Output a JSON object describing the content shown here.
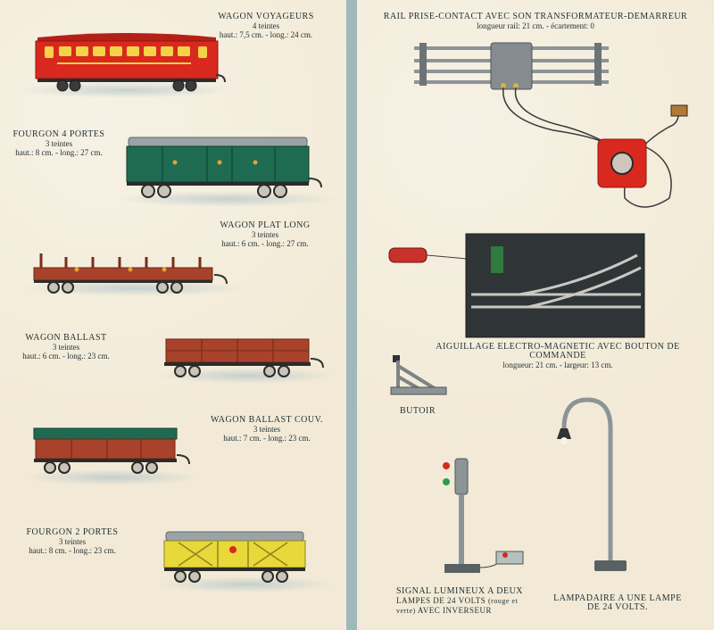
{
  "colors": {
    "page_bg": "#f2ead6",
    "border_bg": "#9fb8ba",
    "text": "#1f2f36",
    "wagon_red": "#d9291f",
    "fourgon_green": "#1e6b52",
    "wagon_brown": "#a8422a",
    "fourgon_yellow": "#e8d83a",
    "roof_grey": "#9aa3a6"
  },
  "left_page": {
    "items": [
      {
        "title": "WAGON  VOYAGEURS",
        "subtitle": "4 teintes",
        "dims": "haut.: 7,5 cm. - long.: 24 cm."
      },
      {
        "title": "FOURGON  4  PORTES",
        "subtitle": "3 teintes",
        "dims": "haut.: 8 cm. - long.: 27 cm."
      },
      {
        "title": "WAGON  PLAT  LONG",
        "subtitle": "3 teintes",
        "dims": "haut.: 6 cm. - long.: 27 cm."
      },
      {
        "title": "WAGON BALLAST",
        "subtitle": "3 teintes",
        "dims": "haut.: 6 cm. - long.: 23 cm."
      },
      {
        "title": "WAGON  BALLAST  COUV.",
        "subtitle": "3 teintes",
        "dims": "haut.: 7 cm. - long.: 23 cm."
      },
      {
        "title": "FOURGON  2  PORTES",
        "subtitle": "3 teintes",
        "dims": "haut.: 8 cm. - long.: 23 cm."
      }
    ]
  },
  "right_page": {
    "rail": {
      "title": "RAIL  PRISE-CONTACT AVEC SON TRANSFORMATEUR-DEMARREUR",
      "dims": "longueur rail:  21 cm.  -  écartement:  0"
    },
    "aiguillage": {
      "title": "AIGUILLAGE ELECTRO-MAGNETIC AVEC BOUTON DE COMMANDE",
      "dims": "longueur:  21 cm.  -  largeur:  13 cm."
    },
    "butoir": {
      "title": "BUTOIR"
    },
    "signal": {
      "line1": "SIGNAL  LUMINEUX  A  DEUX",
      "line2": "LAMPES  DE  24  VOLTS",
      "line2_note": "(rouge et",
      "line3_note": "verte)",
      "line3": "AVEC  INVERSEUR"
    },
    "lampadaire": {
      "line1": "LAMPADAIRE  A  UNE  LAMPE",
      "line2": "DE  24  VOLTS."
    }
  }
}
